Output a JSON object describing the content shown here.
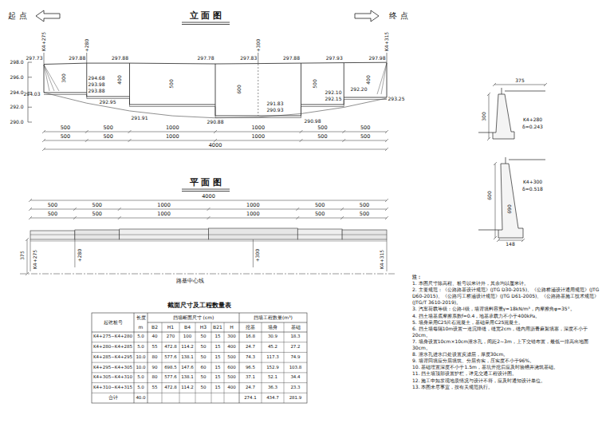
{
  "diagram": {
    "labels": [
      "起 点",
      "立 面 图",
      "终 点",
      "K4+275",
      "+280",
      "+300",
      "K4+315",
      "298.0",
      "296.0",
      "294.0",
      "292.0",
      "290.0",
      "297.73",
      "297.88",
      "297.88",
      "297.78",
      "297.83",
      "297.88",
      "297.93",
      "297.98",
      "300",
      "400",
      "500",
      "600",
      "500",
      "400",
      "294.03",
      "294.68",
      "293.98",
      "293.88",
      "292.95",
      "291.91",
      "290.88",
      "291.83",
      "290.93",
      "290.98",
      "292.10",
      "292.15",
      "292.20",
      "293.25",
      "500",
      "500",
      "1000",
      "1000",
      "500",
      "500",
      "500",
      "500",
      "1000",
      "1000",
      "500",
      "500",
      "4000",
      "平 面 图",
      "4000",
      "500",
      "500",
      "1000",
      "1000",
      "500",
      "500",
      "500",
      "500",
      "1000",
      "1000",
      "500",
      "500",
      "375",
      "K4+275",
      "+280",
      "+300",
      "K4+315",
      "路基中心线",
      "375",
      "300",
      "K4+280",
      "δ=0.243",
      "600",
      "690",
      "K4+300",
      "δ=0.518",
      "148",
      "截面尺寸及工程数量表",
      "起讫桩号",
      "长度",
      "m",
      "挡墙断面尺寸 (cm)",
      "B2",
      "H1",
      "B4",
      "H3",
      "B21",
      "H",
      "挡墙工程数量(m³)",
      "挖基",
      "墙身",
      "基础",
      "K4+275~K4+280",
      "5.0",
      "40",
      "270",
      "100",
      "50",
      "15",
      "300",
      "16.8",
      "30.9",
      "18.3",
      "K4+280~K4+285",
      "5.0",
      "55",
      "472.8",
      "114.2",
      "50",
      "15",
      "400",
      "24.7",
      "45.2",
      "27.2",
      "K4+285~K4+295",
      "10.0",
      "80",
      "577.6",
      "138.1",
      "50",
      "15",
      "500",
      "74.3",
      "117.3",
      "74.9",
      "K4+295~K4+305",
      "10.0",
      "90",
      "698.5",
      "147.6",
      "60",
      "15",
      "600",
      "96.5",
      "152.9",
      "103.8",
      "K4+305~K4+310",
      "5.0",
      "80",
      "577.6",
      "138.1",
      "50",
      "15",
      "500",
      "37.1",
      "52.1",
      "34.4",
      "K4+310~K4+315",
      "5.0",
      "55",
      "472.8",
      "114.2",
      "50",
      "15",
      "400",
      "24.7",
      "36.3",
      "23.3",
      "合计",
      "40.0",
      "274.1",
      "434.7",
      "281.9",
      "注：",
      "1. 本图尺寸除高程、桩号以米计外，其余均以厘米计。",
      "2. 主要规范：《公路路基设计规范》(JTG D30-2015)、《公路桥涵设计通用规范》(JTG D60-2015)、《公路圬工桥涵设计规范》(JTG D61-2005)、《公路路基施工技术规范》(JTG/T 3610-2019)。",
      "3. 汽车荷载等级：公路-Ⅰ级，墙背填料容重γ=18kN/m³，内摩擦角φ=35°。",
      "4. 挡土墙基底摩擦系数f=0.4，地基承载力不小于400kPa。",
      "5. 墙身采用C25片石混凝土，基础采用C25混凝土。",
      "6. 挡土墙每隔10m设置一道沉降缝，缝宽2cm，缝内用沥青麻絮填塞，深度不小于20cm。",
      "7. 墙身设置10cm×10cm泄水孔，间距2~3m，上下交错布置，最低一排高出地面30cm。",
      "8. 泄水孔进水口处设置反滤层，厚度30cm。",
      "9. 墙背回填应分层填筑、分层夯实，压实度不小于96%。",
      "10. 基础埋置深度不小于1.5m，基坑开挖后应及时验槽并浇筑基础。",
      "11. 挡土墙顶部设置护栏，详见交通工程设计图。",
      "12. 施工中如发现地质情况与设计不符，应及时通知设计单位。",
      "13. 本图未尽事宜，按有关规范执行。"
    ]
  }
}
